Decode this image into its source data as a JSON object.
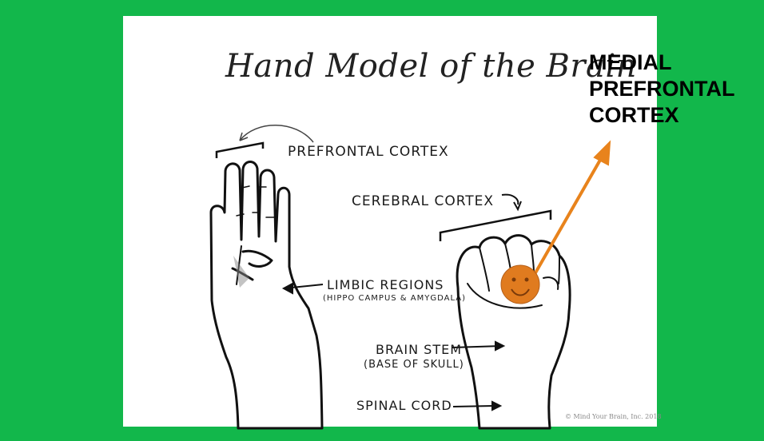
{
  "slide": {
    "title": "Hand Model of the Brain",
    "labels": {
      "prefrontal": "PREFRONTAL CORTEX",
      "cerebral": "CEREBRAL CORTEX",
      "limbic": "LIMBIC REGIONS",
      "limbic_sub": "(HIPPO CAMPUS & AMYGDALA)",
      "brain_stem": "BRAIN STEM",
      "brain_stem_sub": "(BASE OF SKULL)",
      "spinal": "SPINAL CORD"
    },
    "copyright": "© Mind Your Brain, Inc. 2018",
    "callout": {
      "line1": "MEDIAL",
      "line2": "PREFRONTAL",
      "line3": "CORTEX"
    }
  },
  "colors": {
    "background": "#12b74b",
    "panel": "#ffffff",
    "arrow": "#e8831c",
    "smiley": "#e07b1f"
  }
}
